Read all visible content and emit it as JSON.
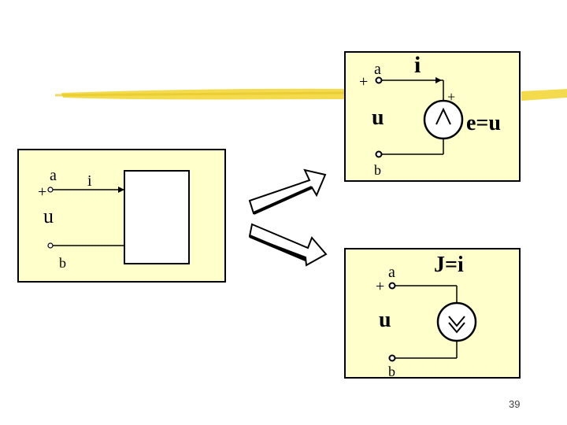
{
  "slide": {
    "page_number": "39"
  },
  "left_network": {
    "node_top": "a",
    "node_bottom": "b",
    "current": "i",
    "voltage": "u",
    "plus": "+"
  },
  "top_right": {
    "node_top": "a",
    "node_bottom": "b",
    "current": "i",
    "voltage": "u",
    "plus_terminal": "+",
    "plus_source": "+",
    "equation": "e=u"
  },
  "bottom_right": {
    "node_top": "a",
    "node_bottom": "b",
    "voltage": "u",
    "plus": "+",
    "equation": "J=i"
  },
  "colors": {
    "highlighter": "#F2D52E",
    "panel_fill": "#FFFFCC",
    "line": "#000000"
  }
}
